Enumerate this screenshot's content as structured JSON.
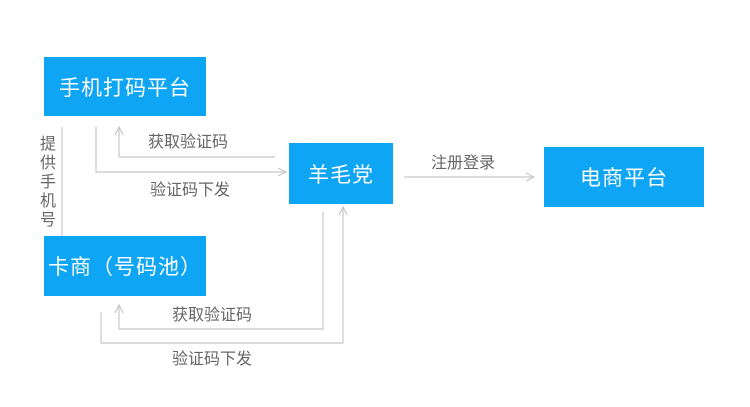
{
  "nodes": {
    "sms_platform": "手机打码平台",
    "wool_party": "羊毛党",
    "ecommerce": "电商平台",
    "card_dealer": "卡商（号码池）"
  },
  "edges": {
    "get_code_top": "获取验证码",
    "code_sent_top": "验证码下发",
    "register_login": "注册登录",
    "provide_phone": "提供手机号",
    "get_code_bottom": "获取验证码",
    "code_sent_bottom": "验证码下发"
  },
  "colors": {
    "node_fill": "#0ea5f5",
    "node_text": "#ffffff",
    "line": "#c8c8c8",
    "label": "#666666"
  }
}
